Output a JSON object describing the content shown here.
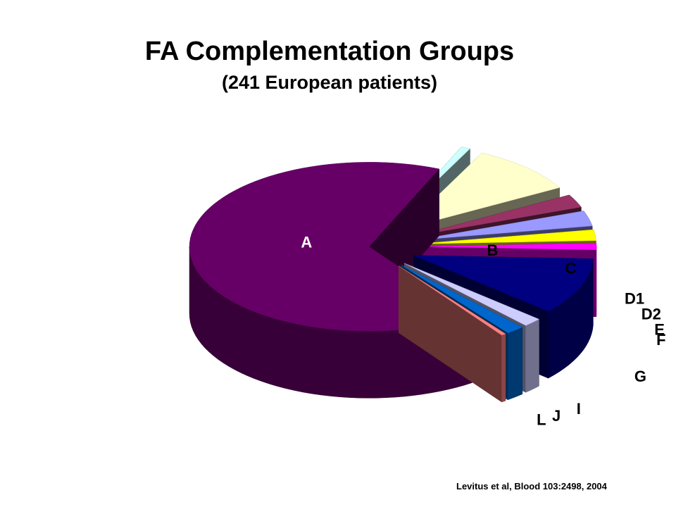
{
  "title": "FA Complementation Groups",
  "subtitle": "(241 European patients)",
  "citation": "Levitus et al, Blood 103:2498, 2004",
  "chart_data": {
    "type": "pie",
    "title": "FA Complementation Groups",
    "subtitle": "(241 European patients)",
    "style": "3d-exploded",
    "legend": "none",
    "categories": [
      "A",
      "B",
      "C",
      "D1",
      "D2",
      "E",
      "F",
      "G",
      "I",
      "J",
      "L"
    ],
    "values": [
      158,
      2,
      23,
      6,
      7,
      5,
      3,
      26,
      4,
      4,
      1
    ],
    "colors": {
      "A": "#660066",
      "B": "#ccffff",
      "C": "#ffffcc",
      "D1": "#993366",
      "D2": "#9999ff",
      "E": "#ffff00",
      "F": "#ff00ff",
      "G": "#000080",
      "I": "#ccccff",
      "J": "#0066cc",
      "L": "#ff8080"
    }
  }
}
